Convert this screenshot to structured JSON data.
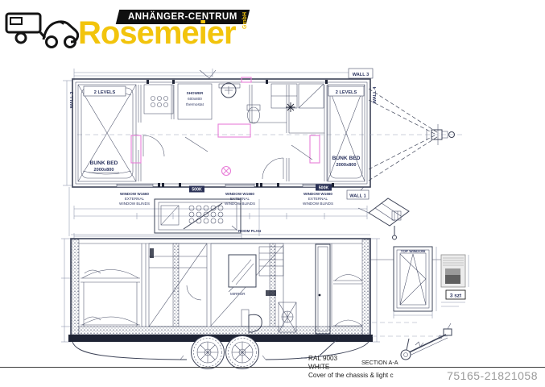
{
  "logo": {
    "banner": "ANHÄNGER-CENTRUM",
    "name": "Rosemeier",
    "suffix": "GmbH"
  },
  "plan": {
    "wall_top": "WALL 3",
    "wall_bottom": "WALL 1",
    "wall_left": "WALL 2",
    "wall_right": "WALL 4",
    "levels_label": "2 LEVELS",
    "bunk_name": "BUNK BED",
    "bunk_size": "2000x800",
    "shower_l1": "SHOWER",
    "shower_l2": "600x800",
    "shower_l3": "thermostat",
    "win_l1": "WINDOW W1660",
    "win_l2": "EXTERNAL",
    "win_l3": "WINDOW BLINDS",
    "load_marker": "500K",
    "room_plan": "ROOM PLAN"
  },
  "details": {
    "top_window": "TOP WINDOW",
    "quantity": "3 szt"
  },
  "elevation": {
    "mirror": "MIRROR"
  },
  "notes": {
    "paint_code": "RAL 9003",
    "paint_name": "WHITE",
    "chassis_note": "Cover of the chassis & light c",
    "section": "SECTION A-A"
  },
  "footer": {
    "listing_id": "75165-21821058"
  },
  "colors": {
    "accent_yellow": "#F2C40C",
    "banner_black": "#101010",
    "drawing_ink": "#3E4458",
    "dimension_gray": "#8A93AB",
    "highlight_pink": "#E87FD8",
    "id_gray": "#9A9A9A"
  }
}
